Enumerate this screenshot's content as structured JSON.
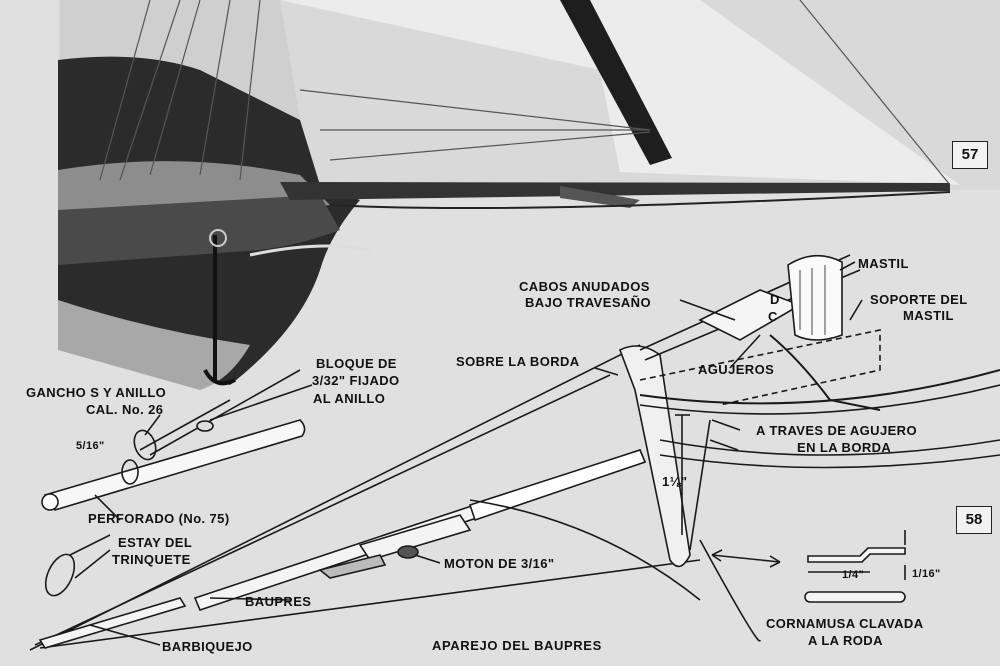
{
  "figure_numbers": {
    "photo": "57",
    "drawing": "58"
  },
  "title": "APAREJO DEL BAUPRES",
  "labels": {
    "mastil": "MASTIL",
    "soporte_line1": "SOPORTE DEL",
    "soporte_line2": "MASTIL",
    "cabos_line1": "CABOS ANUDADOS",
    "cabos_line2": "BAJO TRAVESAÑO",
    "letter_d": "D",
    "letter_c": "C",
    "sobre_la_borda": "SOBRE LA BORDA",
    "agujeros": "AGUJEROS",
    "a_traves_line1": "A TRAVES DE AGUJERO",
    "a_traves_line2": "EN LA BORDA",
    "bloque_line1": "BLOQUE DE",
    "bloque_line2": "3/32\" FIJADO",
    "bloque_line3": "AL ANILLO",
    "gancho_line1": "GANCHO S Y ANILLO",
    "gancho_line2": "CAL. No. 26",
    "dim_5_16": "5/16\"",
    "perforado": "PERFORADO (No. 75)",
    "estay_line1": "ESTAY DEL",
    "estay_line2": "TRINQUETE",
    "dim_1_1_8": "1⅛\"",
    "motón": "MOTON DE 3/16\"",
    "baupres": "BAUPRES",
    "barbiquejo": "BARBIQUEJO",
    "dim_1_4": "1/4\"",
    "dim_1_16": "1/16\"",
    "cornamusa_line1": "CORNAMUSA CLAVADA",
    "cornamusa_line2": "A LA RODA"
  },
  "colors": {
    "ink": "#111111",
    "paper": "#e0e0e0",
    "photo_dark": "#2a2a2a"
  }
}
